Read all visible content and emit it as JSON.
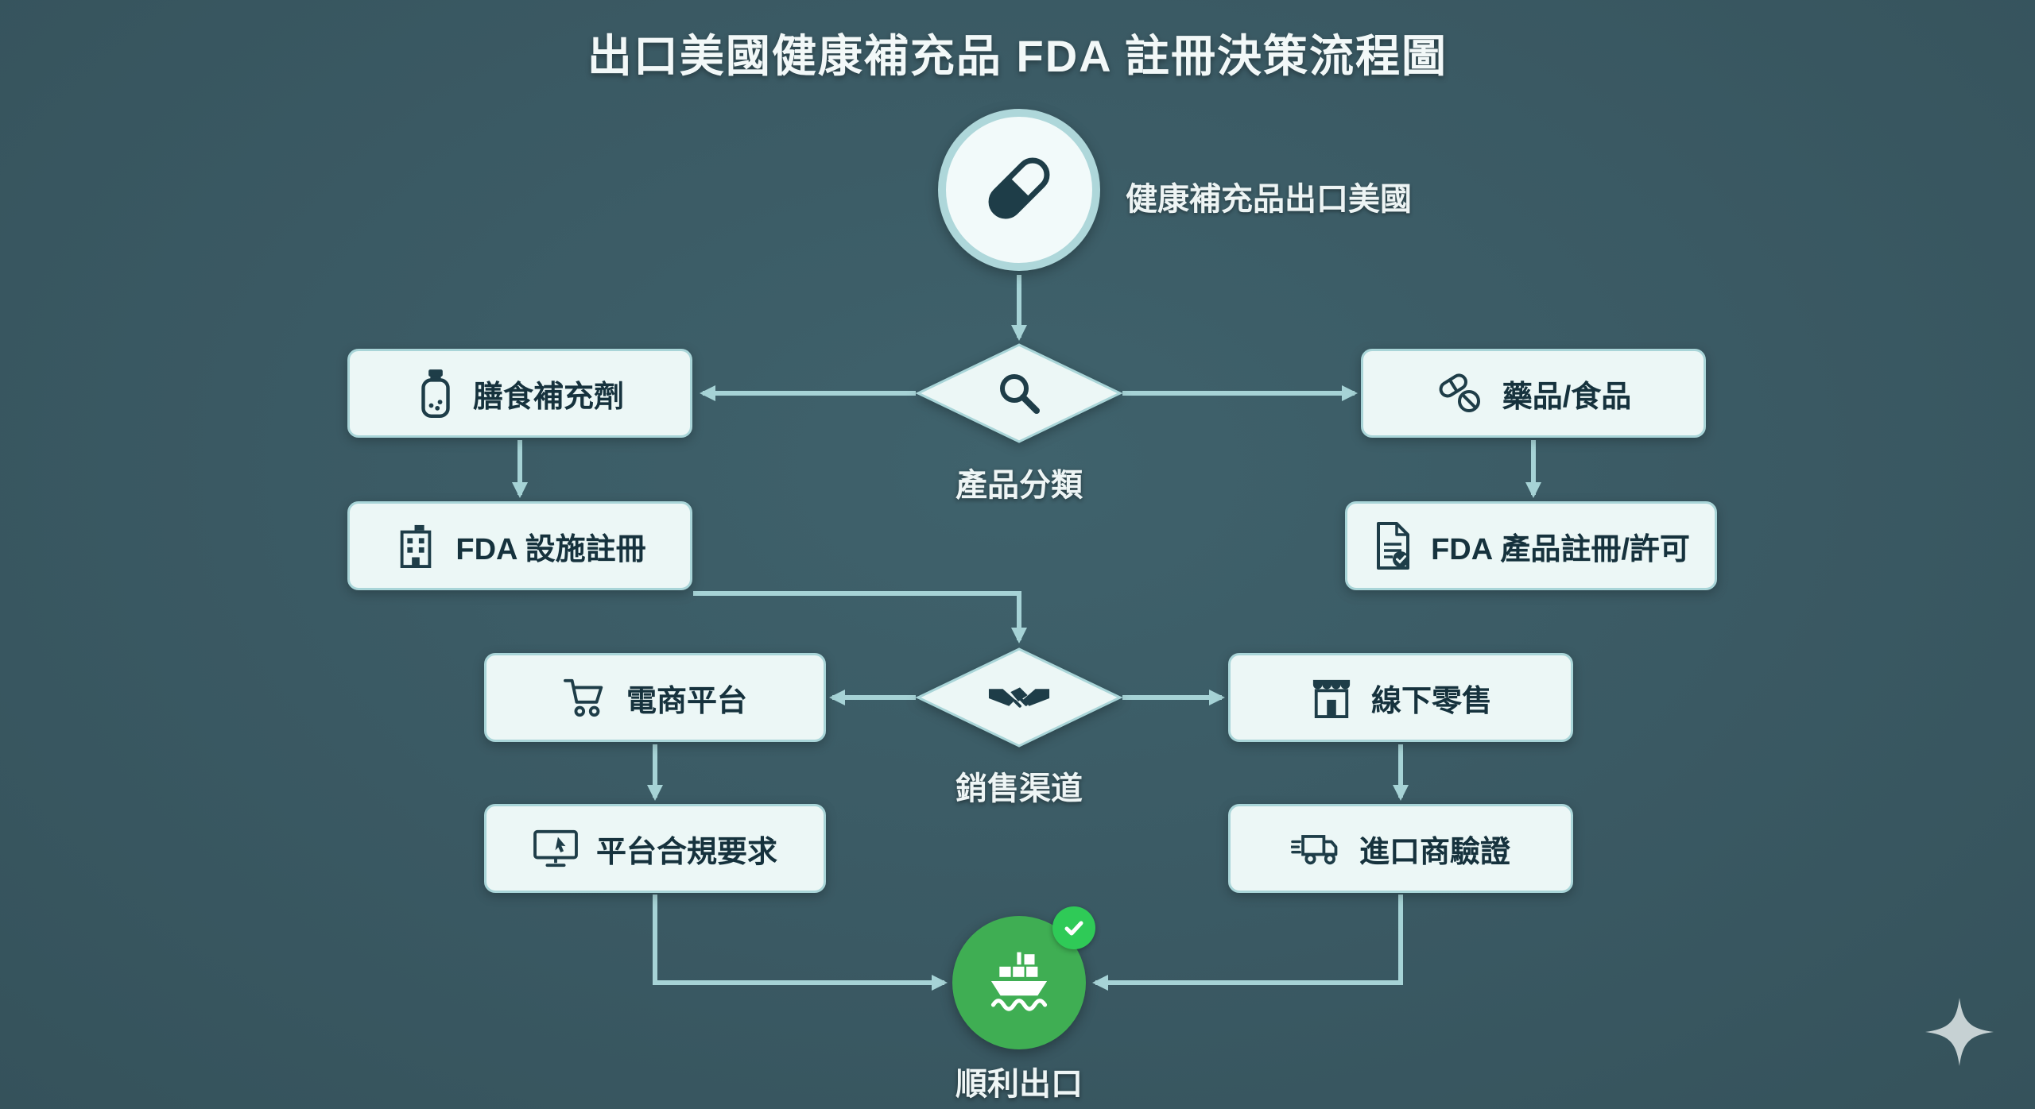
{
  "title": "出口美國健康補充品 FDA 註冊決策流程圖",
  "start": {
    "label": "健康補充品出口美國",
    "icon": "capsule-icon"
  },
  "decisions": {
    "classification": {
      "label": "產品分類",
      "icon": "magnifier-icon"
    },
    "sales_channel": {
      "label": "銷售渠道",
      "icon": "handshake-icon"
    }
  },
  "nodes": {
    "supplement": {
      "label": "膳食補充劑",
      "icon": "supplement-bottle-icon"
    },
    "drug_food": {
      "label": "藥品/食品",
      "icon": "pills-icon"
    },
    "facility_reg": {
      "label": "FDA 設施註冊",
      "icon": "facility-building-icon"
    },
    "product_reg": {
      "label": "FDA 產品註冊/許可",
      "icon": "document-check-icon"
    },
    "ecommerce": {
      "label": "電商平台",
      "icon": "cart-icon"
    },
    "retail": {
      "label": "線下零售",
      "icon": "storefront-icon"
    },
    "platform_compliance": {
      "label": "平台合規要求",
      "icon": "monitor-cursor-icon"
    },
    "importer_verification": {
      "label": "進口商驗證",
      "icon": "truck-icon"
    }
  },
  "end": {
    "label": "順利出口",
    "icon": "ship-icon",
    "badge": "check-badge-icon"
  },
  "decoration": {
    "corner": "sparkle-icon"
  },
  "colors": {
    "background": "#3a5963",
    "box_bg": "#ecf7f6",
    "box_border": "#a9d5d8",
    "arrow": "#a6d3d6",
    "icon_dark": "#1e3d48",
    "text_dark": "#16323d",
    "text_light": "#eef5f5",
    "success_green": "#3fae53",
    "badge_green": "#2fca57"
  }
}
